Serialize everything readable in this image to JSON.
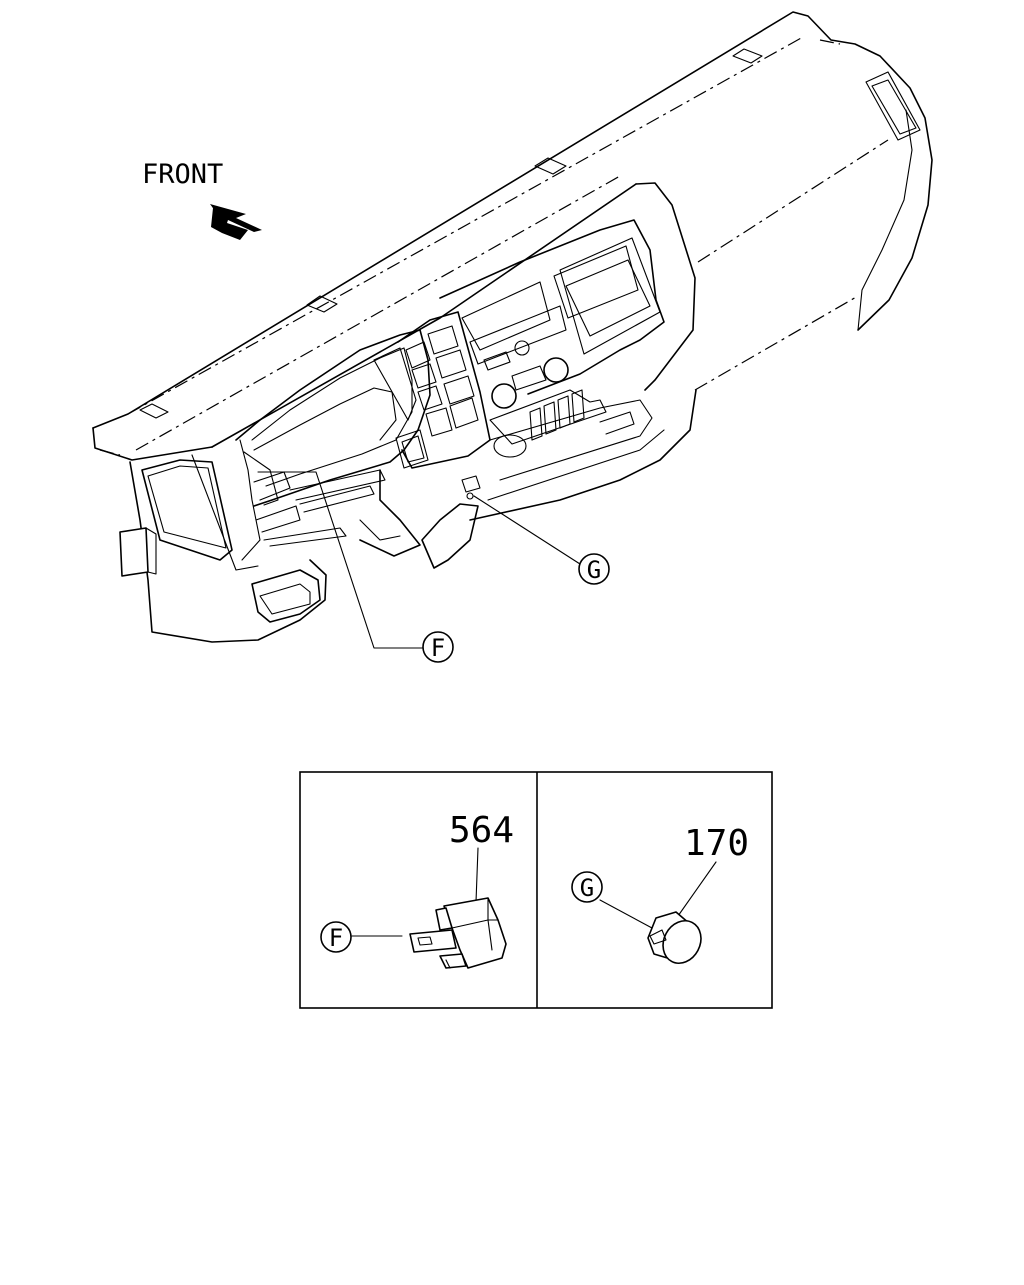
{
  "direction": {
    "label": "FRONT",
    "icon": "front-arrow-icon"
  },
  "callouts": {
    "f_main": "F",
    "g_main": "G",
    "f_detail": "F",
    "g_detail": "G"
  },
  "parts": {
    "switch_number": "564",
    "plug_number": "170"
  }
}
